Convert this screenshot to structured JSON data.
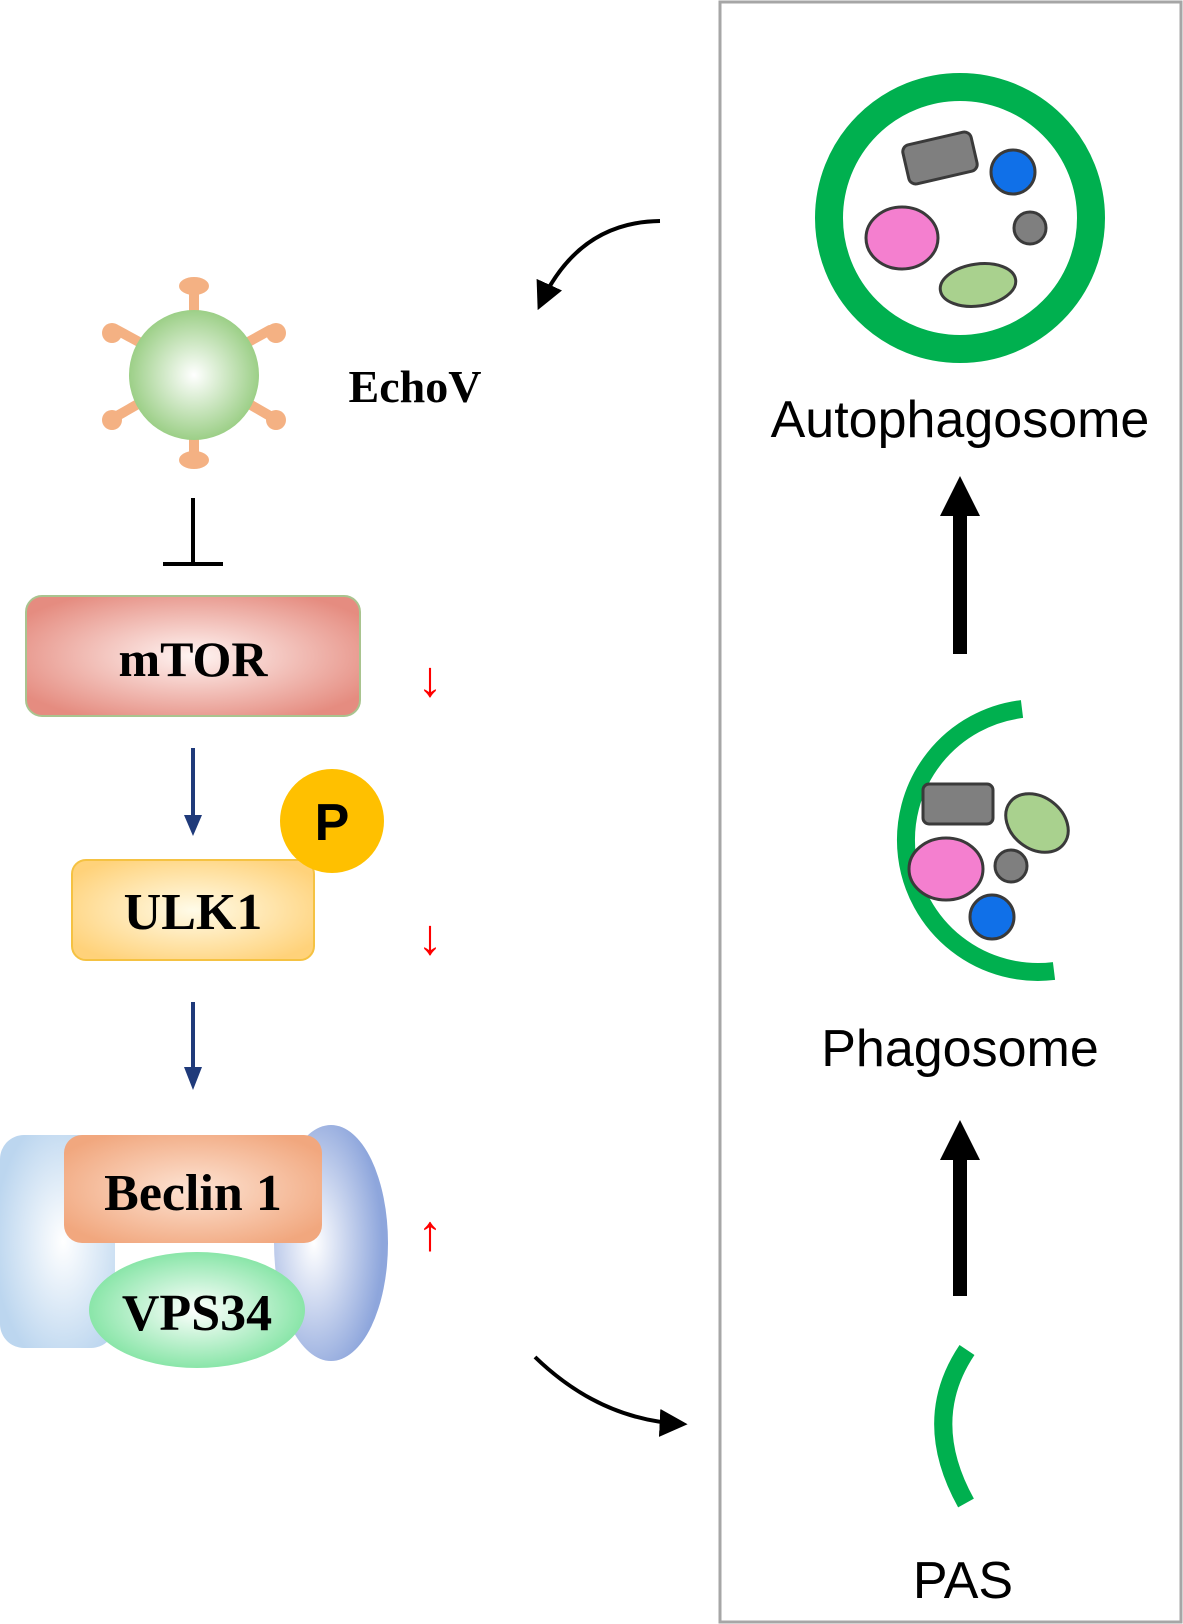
{
  "diagram": {
    "virus_label": "EchoV",
    "pathway": {
      "mtor": {
        "label": "mTOR",
        "change": "↓"
      },
      "ulk1": {
        "label": "ULK1",
        "change": "↓",
        "phospho_label": "P"
      },
      "beclin": {
        "label": "Beclin 1",
        "change": "↑"
      },
      "vps34": {
        "label": "VPS34"
      }
    },
    "stages": {
      "autophagosome": "Autophagosome",
      "phagosome": "Phagosome",
      "pas": "PAS"
    },
    "colors": {
      "membrane_green": "#00b04f",
      "up_down_red": "#ff0000",
      "navy_arrow": "#1f3a7a",
      "phospho_yellow": "#ffc000",
      "cargo_pink": "#f47fcf",
      "cargo_blue": "#1070e8",
      "cargo_lightgreen": "#a9d18e",
      "cargo_gray": "#7f7f7f"
    }
  }
}
